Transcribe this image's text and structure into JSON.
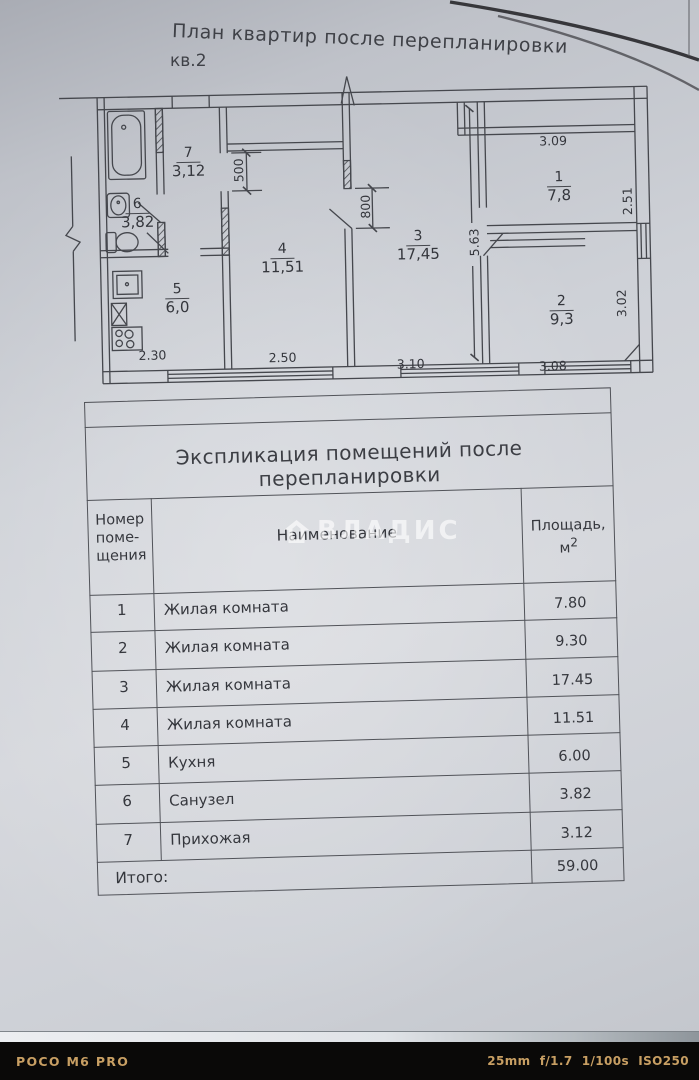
{
  "plan": {
    "title": "План квартир после перепланировки",
    "apartment": "кв.2",
    "rooms": [
      {
        "num": "1",
        "area": "7,8"
      },
      {
        "num": "2",
        "area": "9,3"
      },
      {
        "num": "3",
        "area": "17,45"
      },
      {
        "num": "4",
        "area": "11,51"
      },
      {
        "num": "5",
        "area": "6,0"
      },
      {
        "num": "6",
        "area": "3,82"
      },
      {
        "num": "7",
        "area": "3,12"
      }
    ],
    "dims": {
      "top_room1": "3.09",
      "right_room1": "2.51",
      "right_room2": "3.02",
      "room3_height": "5.63",
      "door_width": "800",
      "niche_width": "500",
      "bottom_kitchen": "2.30",
      "bottom_room4": "2.50",
      "bottom_room3": "3.10",
      "bottom_room2": "3.08"
    }
  },
  "table": {
    "title": "Экспликация помещений после перепланировки",
    "headers": {
      "number_l1": "Номер",
      "number_l2": "поме-",
      "number_l3": "щения",
      "name": "Наименование",
      "area_l1": "Площадь,",
      "area_unit": "м",
      "area_sup": "2"
    },
    "rows": [
      {
        "num": "1",
        "name": "Жилая комната",
        "area": "7.80"
      },
      {
        "num": "2",
        "name": "Жилая комната",
        "area": "9.30"
      },
      {
        "num": "3",
        "name": "Жилая комната",
        "area": "17.45"
      },
      {
        "num": "4",
        "name": "Жилая комната",
        "area": "11.51"
      },
      {
        "num": "5",
        "name": "Кухня",
        "area": "6.00"
      },
      {
        "num": "6",
        "name": "Санузел",
        "area": "3.82"
      },
      {
        "num": "7",
        "name": "Прихожая",
        "area": "3.12"
      }
    ],
    "total_label": "Итого:",
    "total_area": "59.00"
  },
  "watermark": {
    "text": "ВЛАДИС"
  },
  "camera_bar": {
    "model": "POCO M6 PRO",
    "exif": "25mm  f/1.7  1/100s  ISO250"
  }
}
